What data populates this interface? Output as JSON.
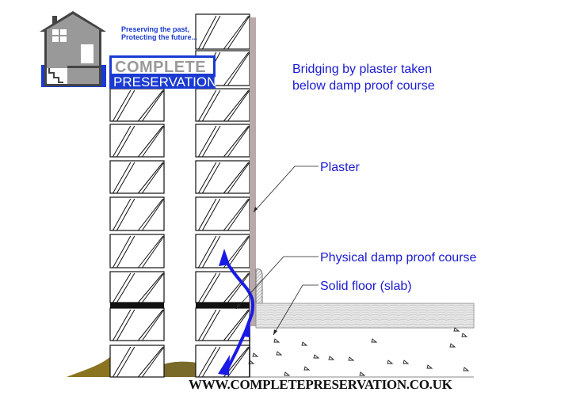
{
  "title": "Bridging by plaster taken below damp proof course",
  "logo": {
    "tagline_line1": "Preserving the past,",
    "tagline_line2": "Protecting the future...",
    "word1": "COMPLETE",
    "word2": "PRESERVATION",
    "icon": "house-icon"
  },
  "heading": {
    "line1": "Bridging by plaster taken",
    "line2": "below damp proof course"
  },
  "labels": {
    "plaster": "Plaster",
    "dpc": "Physical damp proof course",
    "floor": "Solid floor (slab)"
  },
  "footer": {
    "url": "WWW.COMPLETEPRESERVATION.CO.UK"
  },
  "colors": {
    "label_text": "#1a1ad2",
    "logo_blue": "#1a3ad2",
    "damp_arrow": "#1a1ae6",
    "plaster": "#b8aaaa",
    "soil": "#8a7420",
    "dpc": "#111111",
    "logo_grey": "#9a9a9a"
  },
  "elements": {
    "damp_path": "rising-damp-arrow",
    "wall": "cavity-brick-wall"
  }
}
